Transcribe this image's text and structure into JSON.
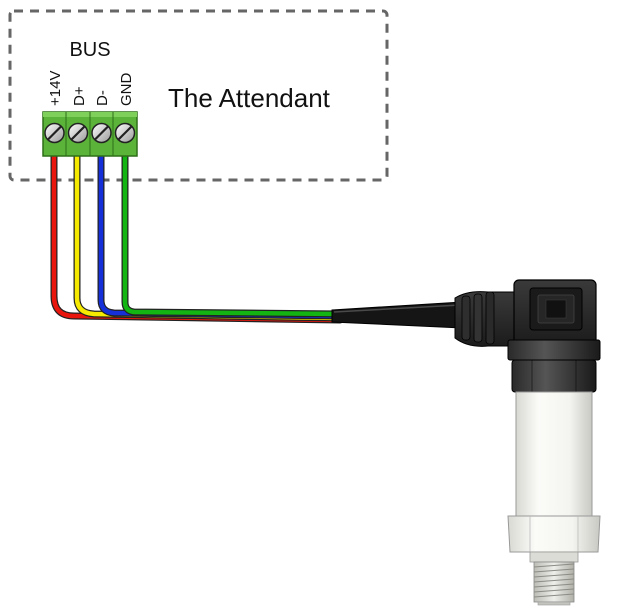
{
  "device": {
    "name": "The Attendant",
    "bus_label": "BUS"
  },
  "terminals": [
    {
      "label": "+14V",
      "wire_color": "#e8160c"
    },
    {
      "label": "D+",
      "wire_color": "#f5ea00"
    },
    {
      "label": "D-",
      "wire_color": "#1530d8"
    },
    {
      "label": "GND",
      "wire_color": "#12b512"
    }
  ],
  "colors": {
    "terminal_block": "#5bb33a",
    "enclosure_border": "#666666",
    "cable_jacket": "#111111",
    "sensor_body": "#f2f2ee"
  },
  "icons": {
    "screw": "terminal-screw-icon",
    "sensor": "pressure-transducer-icon"
  }
}
